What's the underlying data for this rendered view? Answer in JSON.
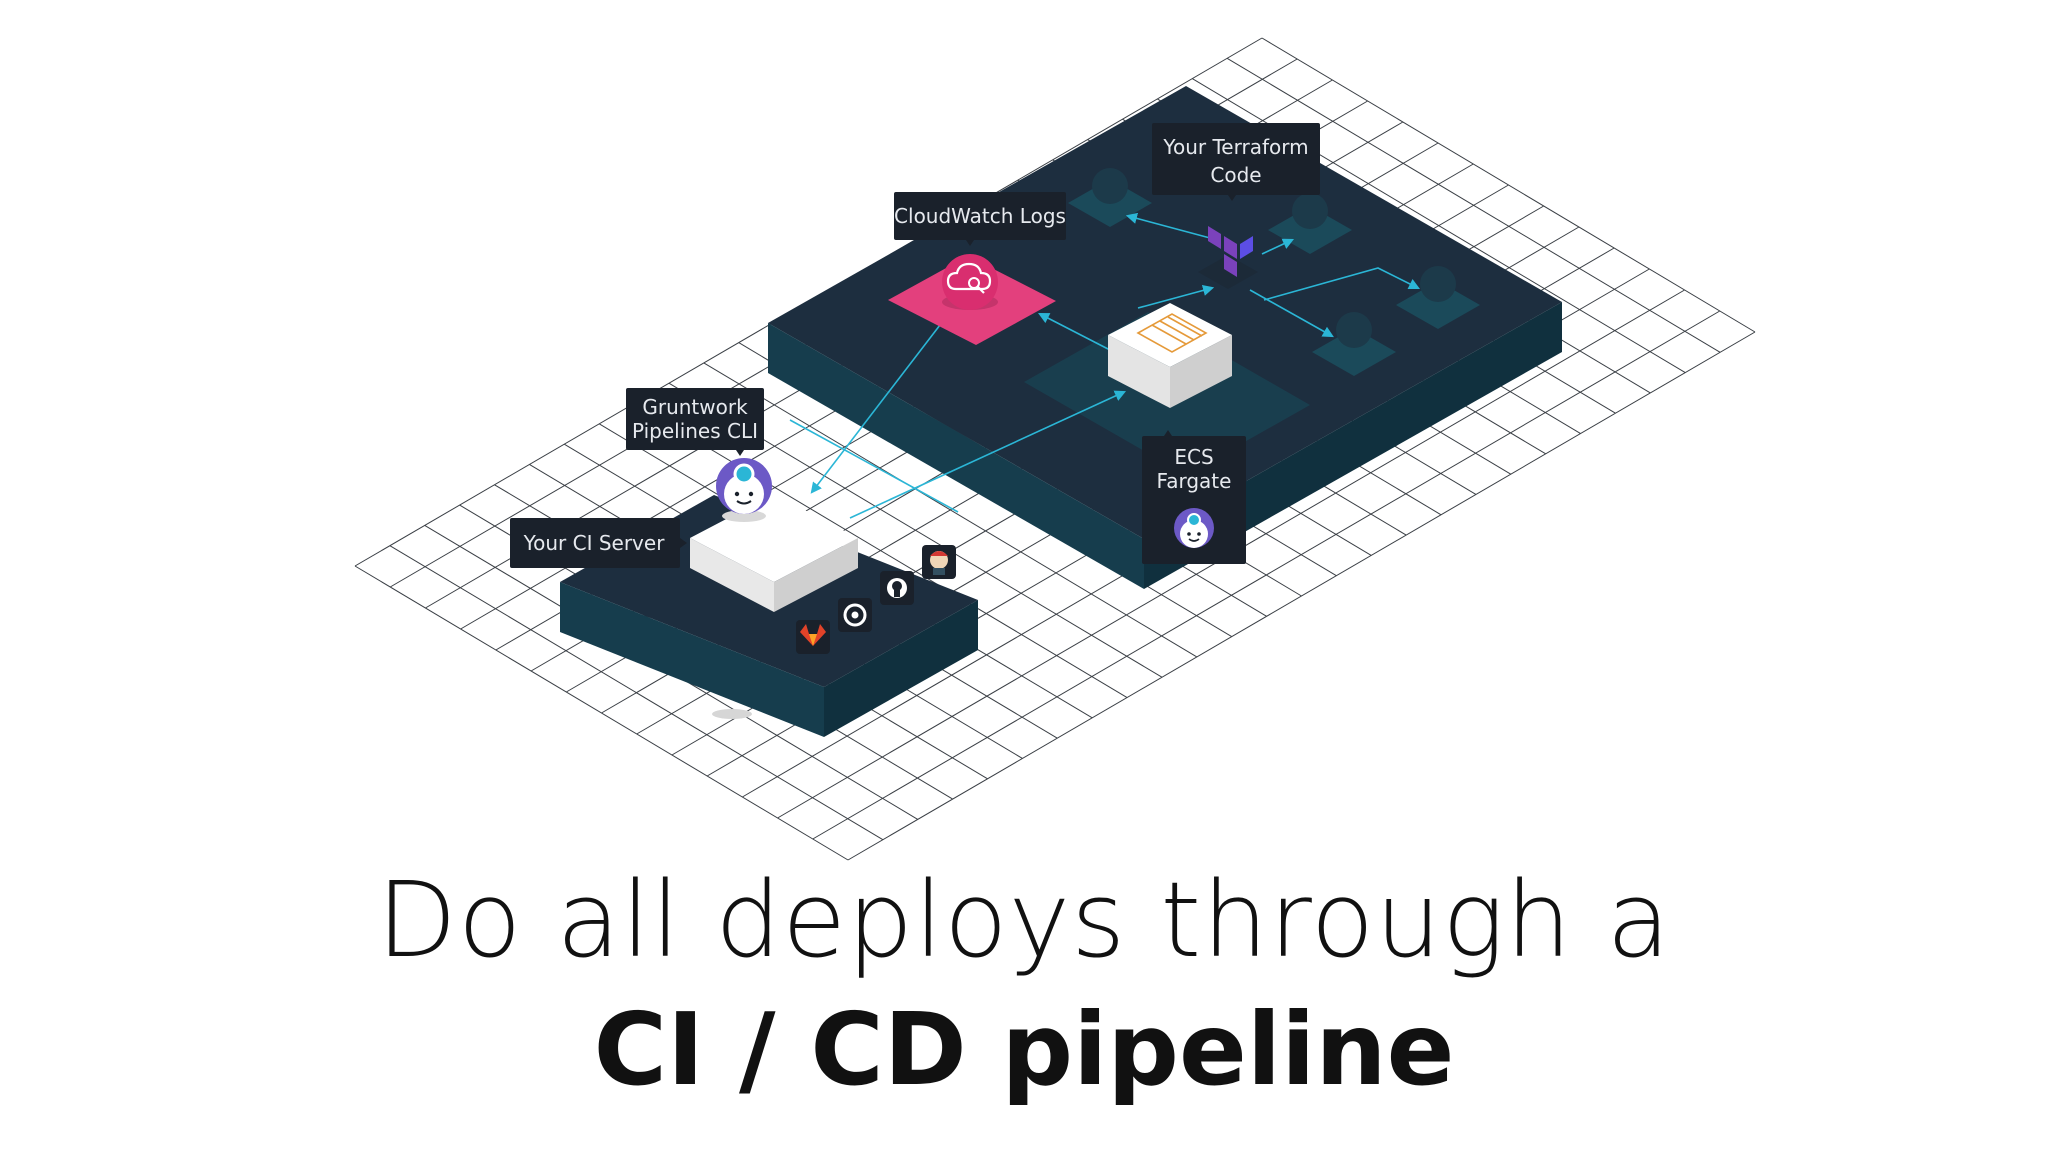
{
  "headline": {
    "line1": "Do all deploys through a",
    "line2": "CI / CD pipeline"
  },
  "labels": {
    "terraform_line1": "Your Terraform",
    "terraform_line2": "Code",
    "cloudwatch": "CloudWatch Logs",
    "cli_line1": "Gruntwork",
    "cli_line2": "Pipelines CLI",
    "ci_server": "Your CI Server",
    "ecs_line1": "ECS",
    "ecs_line2": "Fargate"
  },
  "icons": {
    "terraform": "terraform-logo-icon",
    "cloudwatch": "cloudwatch-logs-icon",
    "cli_mascot": "gruntwork-mascot-icon",
    "ecs_mascot": "gruntwork-mascot-icon",
    "gitlab": "gitlab-logo-icon",
    "circleci": "circleci-logo-icon",
    "github": "github-logo-icon",
    "jenkins": "jenkins-logo-icon"
  },
  "colors": {
    "grid": "#3a3f45",
    "platform_top": "#1d2e3f",
    "platform_side_left": "#163d4d",
    "platform_side_right": "#10303e",
    "teal_tile": "#1b4a5a",
    "callout_bg": "#1a212b",
    "arrow": "#2bb6d6",
    "cloudwatch_pink": "#e3407d",
    "terraform_purple": "#7b42bc",
    "headline_text": "#111111"
  }
}
